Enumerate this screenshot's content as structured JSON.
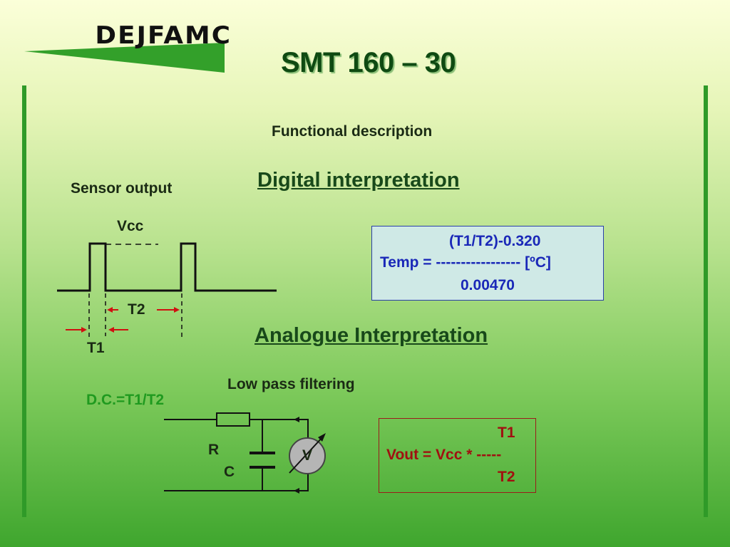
{
  "slide": {
    "title": "SMT 160 – 30",
    "logo_text": "DEJFAMC",
    "functional_description": "Functional description",
    "sensor_output": "Sensor output",
    "digital_heading": "Digital interpretation",
    "analogue_heading": "Analogue Interpretation",
    "low_pass": "Low pass filtering",
    "duty_cycle": "D.C.=T1/T2"
  },
  "waveform": {
    "vcc": "Vcc",
    "t1": "T1",
    "t2": "T2"
  },
  "digital_formula": {
    "numerator": "(T1/T2)-0.320",
    "line": "Temp = ----------------- [ºC]",
    "denominator": "0.00470"
  },
  "circuit": {
    "r": "R",
    "c": "C",
    "meter": "V"
  },
  "analogue_formula": {
    "numerator": "T1",
    "line": "Vout = Vcc * -----",
    "denominator": "T2"
  },
  "colors": {
    "accent_green": "#2f9a28",
    "title_green": "#0f4a12",
    "formula_blue": "#1a28b8",
    "formula_red": "#a01010",
    "arrow_red": "#d01010"
  }
}
